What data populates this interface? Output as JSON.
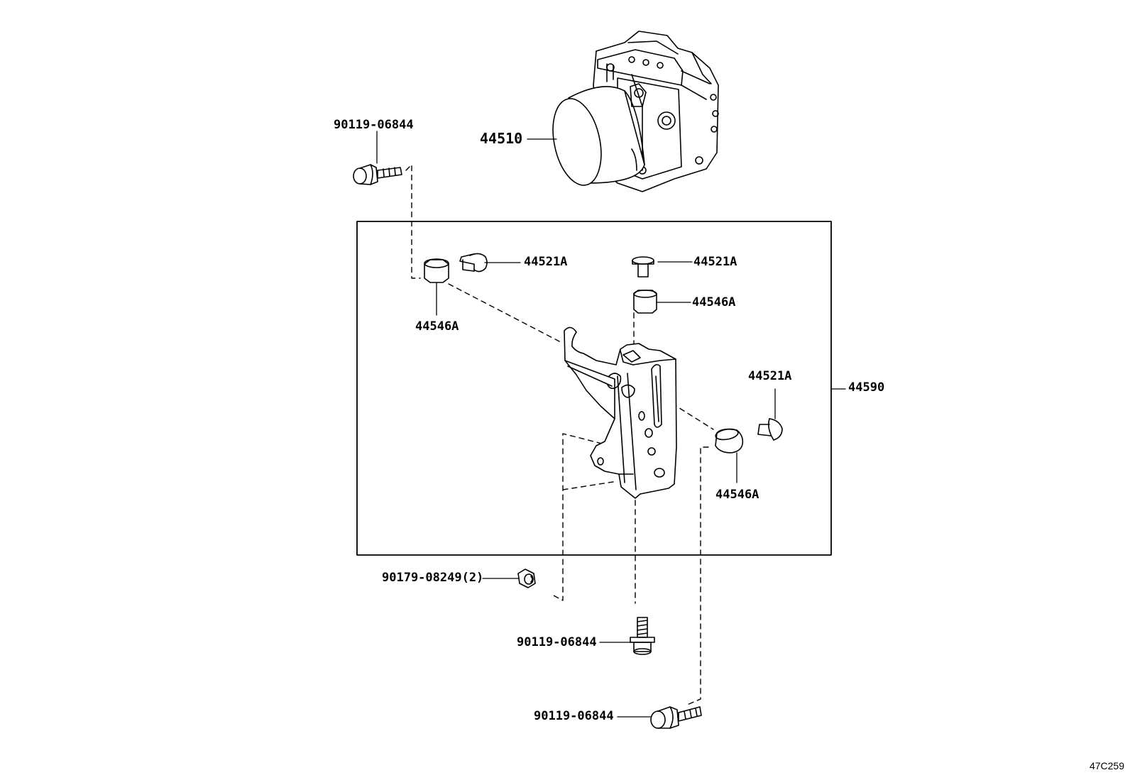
{
  "parts": {
    "actuator": "44510",
    "bracket_assembly": "44590",
    "bushing_top_left": "44521A",
    "bushing_top_right": "44521A",
    "bushing_right": "44521A",
    "collar_left": "44546A",
    "collar_top_right": "44546A",
    "collar_right": "44546A",
    "bolt_top_left": "90119-06844",
    "nut": "90179-08249(2)",
    "bolt_bottom_center": "90119-06844",
    "bolt_bottom": "90119-06844"
  },
  "drawing_code": "47C259",
  "colors": {
    "line": "#000000",
    "background": "#ffffff"
  }
}
